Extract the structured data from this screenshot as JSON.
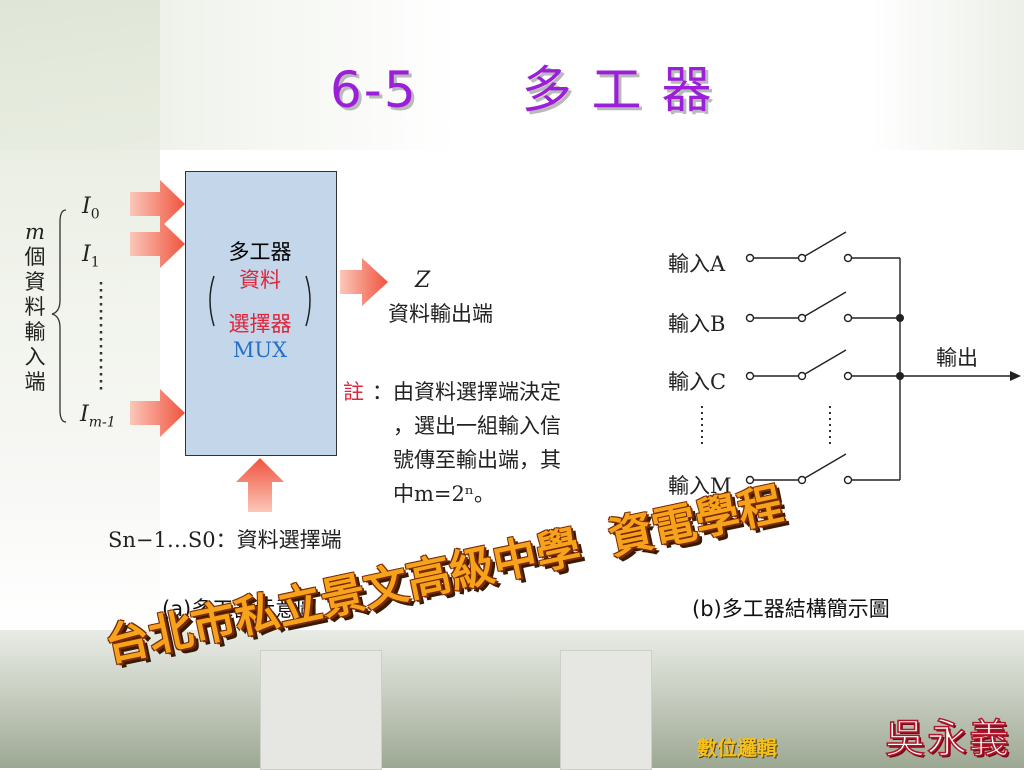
{
  "title": "6-5　　多 工 器",
  "diagram_a": {
    "vertical_label_m": "m",
    "vertical_label_chars": [
      "個",
      "資",
      "料",
      "輸",
      "入",
      "端"
    ],
    "inputs": {
      "i0": "I",
      "i0_sub": "0",
      "i1": "I",
      "i1_sub": "1",
      "im": "I",
      "im_sub": "m-1"
    },
    "box": {
      "line1": "多工器",
      "line2": "資料",
      "line3": "選擇器",
      "line4": "MUX"
    },
    "output_symbol": "Z",
    "output_label": "資料輸出端",
    "note_label": "註",
    "note_lines": [
      "：由資料選擇端決定",
      "，選出一組輸入信",
      "號傳至輸出端，其",
      "中m=2ⁿ。"
    ],
    "select_label": "Sn−1…S0：資料選擇端",
    "caption": "(a)多工器示意圖",
    "colors": {
      "box_fill": "#c3d6ea",
      "arrow": "#f0533f",
      "red_text": "#e0243a",
      "blue_text": "#2670c4"
    }
  },
  "diagram_b": {
    "inputs": [
      "輸入A",
      "輸入B",
      "輸入C",
      "輸入M"
    ],
    "output_label": "輸出",
    "caption": "(b)多工器結構簡示圖"
  },
  "footer": {
    "school": "台北市私立景文高級中學  資電學程",
    "subject": "數位邏輯",
    "author": "吳永義"
  }
}
